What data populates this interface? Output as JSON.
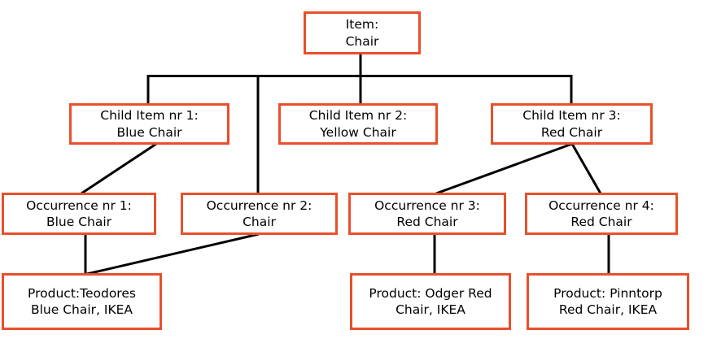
{
  "diagram": {
    "kind": "tree-hierarchy",
    "colors": {
      "box_border": "#E8502B",
      "box_fill": "#FFFFFF",
      "connector": "#000000",
      "text": "#000000",
      "background": "#FFFFFF"
    },
    "nodes": {
      "item": {
        "line1": "Item:",
        "line2": "Chair"
      },
      "child1": {
        "line1": "Child Item nr 1:",
        "line2": "Blue Chair"
      },
      "child2": {
        "line1": "Child Item nr 2:",
        "line2": "Yellow Chair"
      },
      "child3": {
        "line1": "Child Item nr 3:",
        "line2": "Red Chair"
      },
      "occ1": {
        "line1": "Occurrence nr 1:",
        "line2": "Blue Chair"
      },
      "occ2": {
        "line1": "Occurrence nr 2:",
        "line2": "Chair"
      },
      "occ3": {
        "line1": "Occurrence nr 3:",
        "line2": "Red Chair"
      },
      "occ4": {
        "line1": "Occurrence nr 4:",
        "line2": "Red Chair"
      },
      "product1": {
        "line1": "Product:Teodores",
        "line2": "Blue Chair, IKEA"
      },
      "product2": {
        "line1": "Product: Odger Red",
        "line2": "Chair, IKEA"
      },
      "product3": {
        "line1": "Product: Pinntorp",
        "line2": "Red Chair, IKEA"
      }
    },
    "edges": [
      {
        "from": "item",
        "to": "child1",
        "shape": "elbow-bus"
      },
      {
        "from": "item",
        "to": "child2",
        "shape": "straight-vertical"
      },
      {
        "from": "item",
        "to": "child3",
        "shape": "elbow-bus"
      },
      {
        "from": "item",
        "to": "occ2",
        "shape": "long-vertical-from-bus"
      },
      {
        "from": "child1",
        "to": "occ1",
        "shape": "diagonal"
      },
      {
        "from": "child3",
        "to": "occ3",
        "shape": "diagonal"
      },
      {
        "from": "child3",
        "to": "occ4",
        "shape": "diagonal"
      },
      {
        "from": "occ1",
        "to": "product1",
        "shape": "vertical"
      },
      {
        "from": "occ2",
        "to": "product1",
        "shape": "diagonal"
      },
      {
        "from": "occ3",
        "to": "product2",
        "shape": "vertical"
      },
      {
        "from": "occ4",
        "to": "product3",
        "shape": "vertical"
      }
    ]
  }
}
